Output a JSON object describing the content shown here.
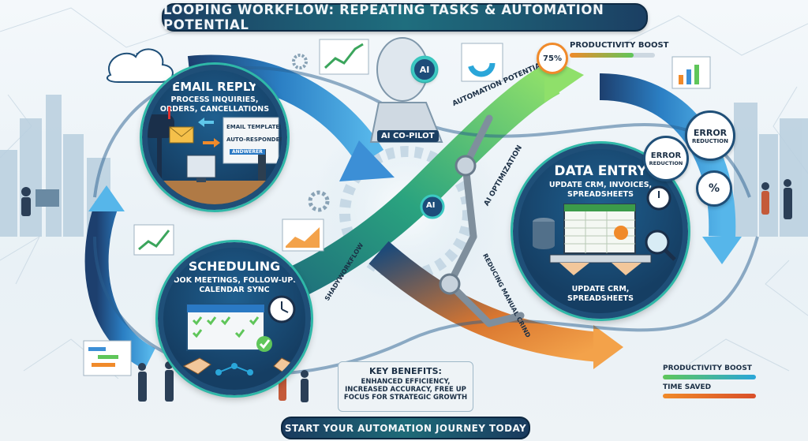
{
  "title": "LOOPING WORKFLOW: REPEATING TASKS & AUTOMATION POTENTIAL",
  "footer": "START YOUR AUTOMATION JOURNEY TODAY",
  "email": {
    "title": "EMAIL REPLY",
    "subtitle_1": "PROCESS INQUIRIES,",
    "subtitle_2": "ORDERS, CANCELLATIONS",
    "panel_1": "EMAIL TEMPLATES",
    "panel_2": "AUTO-RESPONDERS",
    "panel_3": "ANDWERER"
  },
  "scheduling": {
    "title": "SCHEDULING",
    "subtitle_1": "BOOK MEETINGS, FOLLOW-UPS,",
    "subtitle_2": "CALENDAR SYNC"
  },
  "data_entry": {
    "title": "DATA ENTRY",
    "subtitle_1": "UPDATE CRM, INVOICES,",
    "subtitle_2": "SPREADSHEETS",
    "bottom_1": "UPDATE CRM,",
    "bottom_2": "SPREADSHEETS"
  },
  "labels": {
    "ai": "AI",
    "ai_center": "AI",
    "ai_copilot": "AI CO-PILOT",
    "automation_potential": "AUTOMATION POTENTIAL",
    "ai_optimization": "AI OPTIMIZATION",
    "reducing_manual": "REDUCING MANUAL CRIND",
    "loop_label": "SHADYWORKFLOW"
  },
  "productivity_top": {
    "percent": "75%",
    "label": "PRODUCTIVITY BOOST",
    "level": 0.75
  },
  "error_reduction_1": {
    "line1": "ERROR",
    "line2": "REDUCTION"
  },
  "error_reduction_2": {
    "line1": "ERROR",
    "line2": "REDUCTION"
  },
  "percent_badge": "%",
  "benefits": {
    "heading": "KEY BENEFITS:",
    "line1": "ENHANCED EFFICIENCY,",
    "line2": "INCREASED ACCURACY, FREE UP",
    "line3": "FOCUS FOR STRATEGIC GROWTH"
  },
  "bottom_right": {
    "productivity_label": "PRODUCTIVITY BOOST",
    "time_label": "TIME SAVED"
  },
  "colors": {
    "navy": "#1f4f78",
    "teal": "#2fb8a8",
    "green": "#5fc65a",
    "orange": "#f08a2a",
    "blue_arrow": "#3c8fd6"
  }
}
